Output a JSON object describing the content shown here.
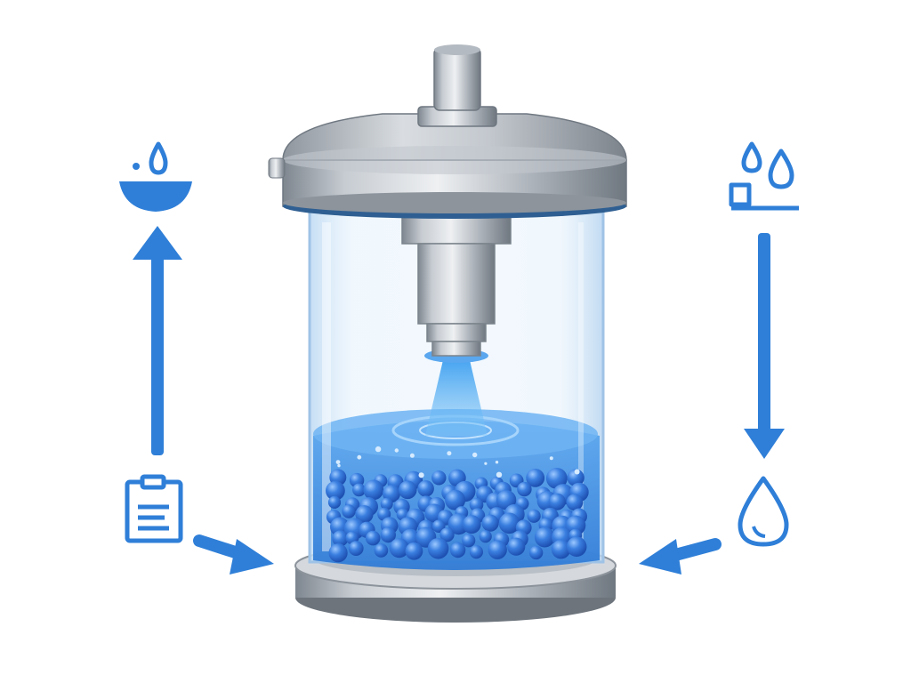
{
  "diagram": {
    "main_component": "pressure-vessel",
    "flow_direction": "clockwise",
    "accent_color": "#2f7fd8",
    "liquid_color": "#3a8ee6",
    "bead_color": "#2f6fd6",
    "metal_color": "#a9b0b8",
    "icons": [
      "bowl-with-drop-icon",
      "droplets-on-stand-icon",
      "clipboard-icon",
      "water-drop-icon"
    ],
    "arrows": [
      "arrow-up-left-column",
      "arrow-down-right-column",
      "arrow-into-vessel-left",
      "arrow-into-vessel-right"
    ]
  }
}
